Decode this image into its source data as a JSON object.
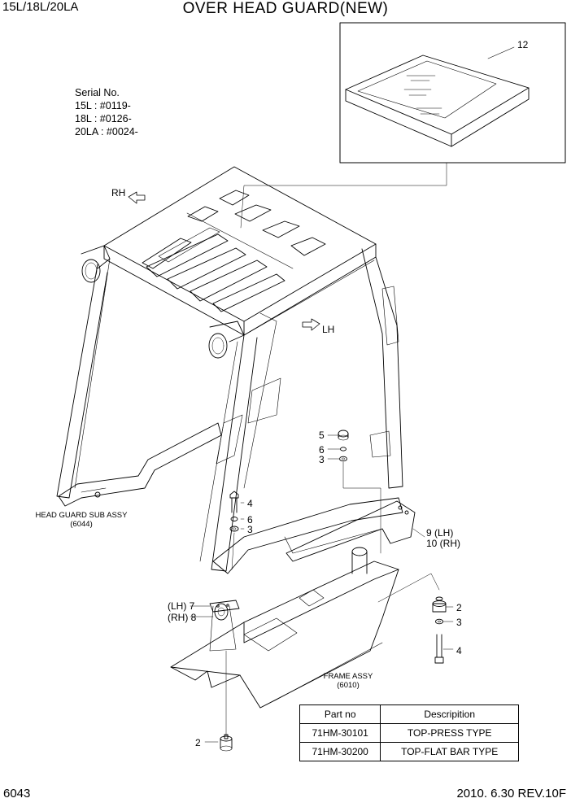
{
  "header": {
    "model": "15L/18L/20LA",
    "title": "OVER HEAD GUARD(NEW)"
  },
  "serial": {
    "heading": "Serial No.",
    "lines": [
      "15L : #0119-",
      "18L : #0126-",
      "20LA : #0024-"
    ]
  },
  "directions": {
    "rh": "RH",
    "lh": "LH"
  },
  "callouts": {
    "c12": "12",
    "c5": "5",
    "c6a": "6",
    "c3a": "3",
    "c4a": "4",
    "c6b": "6",
    "c3b": "3",
    "c9": "9 (LH)",
    "c10": "10 (RH)",
    "c7": "(LH) 7",
    "c8": "(RH) 8",
    "c2a": "2",
    "c3c": "3",
    "c4b": "4",
    "c2b": "2"
  },
  "assemblies": {
    "head_guard": {
      "name": "HEAD GUARD SUB ASSY",
      "code": "(6044)"
    },
    "frame": {
      "name": "FRAME ASSY",
      "code": "(6010)"
    }
  },
  "parts_table": {
    "headers": [
      "Part no",
      "Descripition"
    ],
    "rows": [
      [
        "71HM-30101",
        "TOP-PRESS TYPE"
      ],
      [
        "71HM-30200",
        "TOP-FLAT BAR TYPE"
      ]
    ]
  },
  "footer": {
    "page": "6043",
    "revision": "2010. 6.30  REV.10F"
  }
}
